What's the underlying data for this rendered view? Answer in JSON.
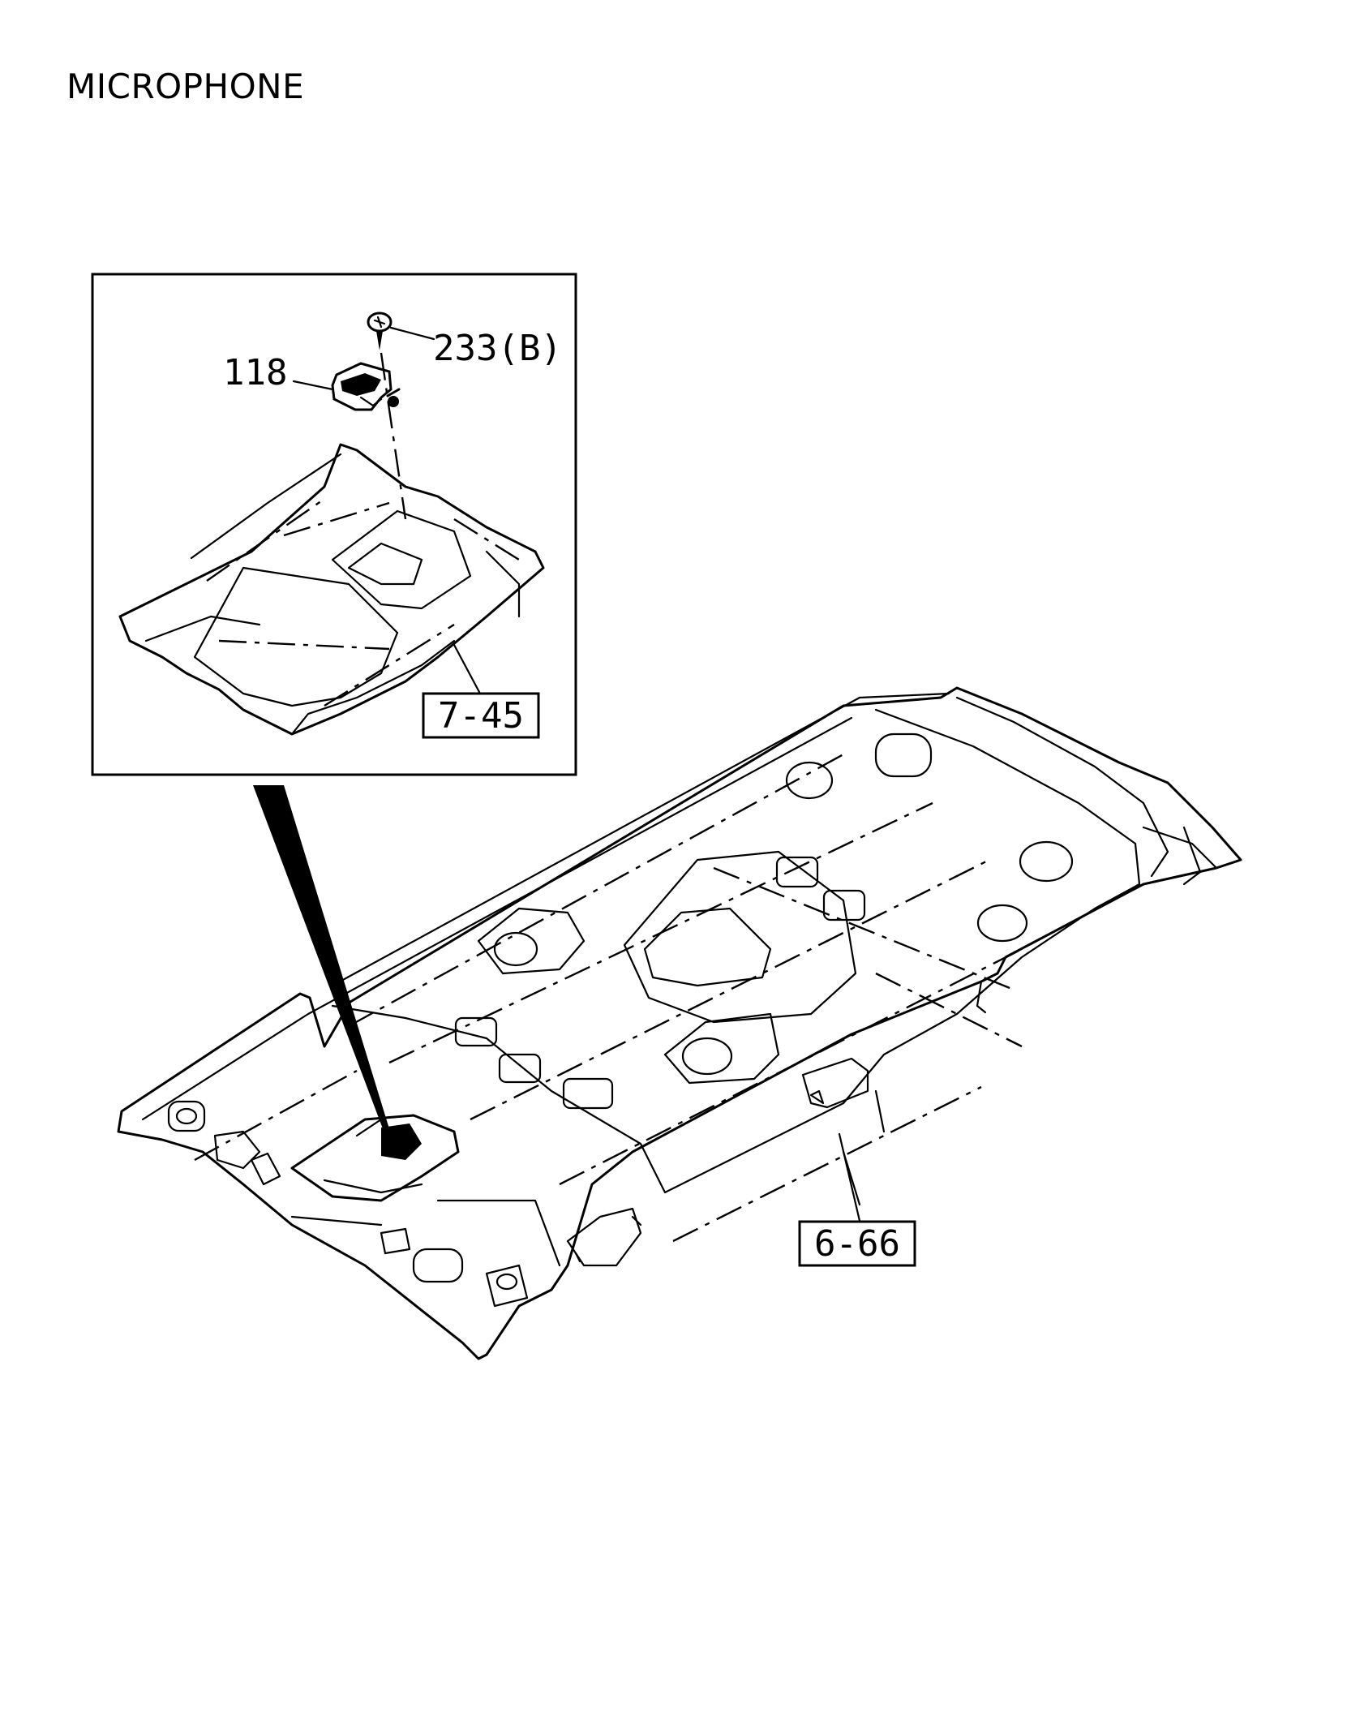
{
  "title": "MICROPHONE",
  "callouts": {
    "screw": "233(B)",
    "microphone": "118",
    "console_ref": "7-45",
    "headliner_ref": "6-66"
  }
}
